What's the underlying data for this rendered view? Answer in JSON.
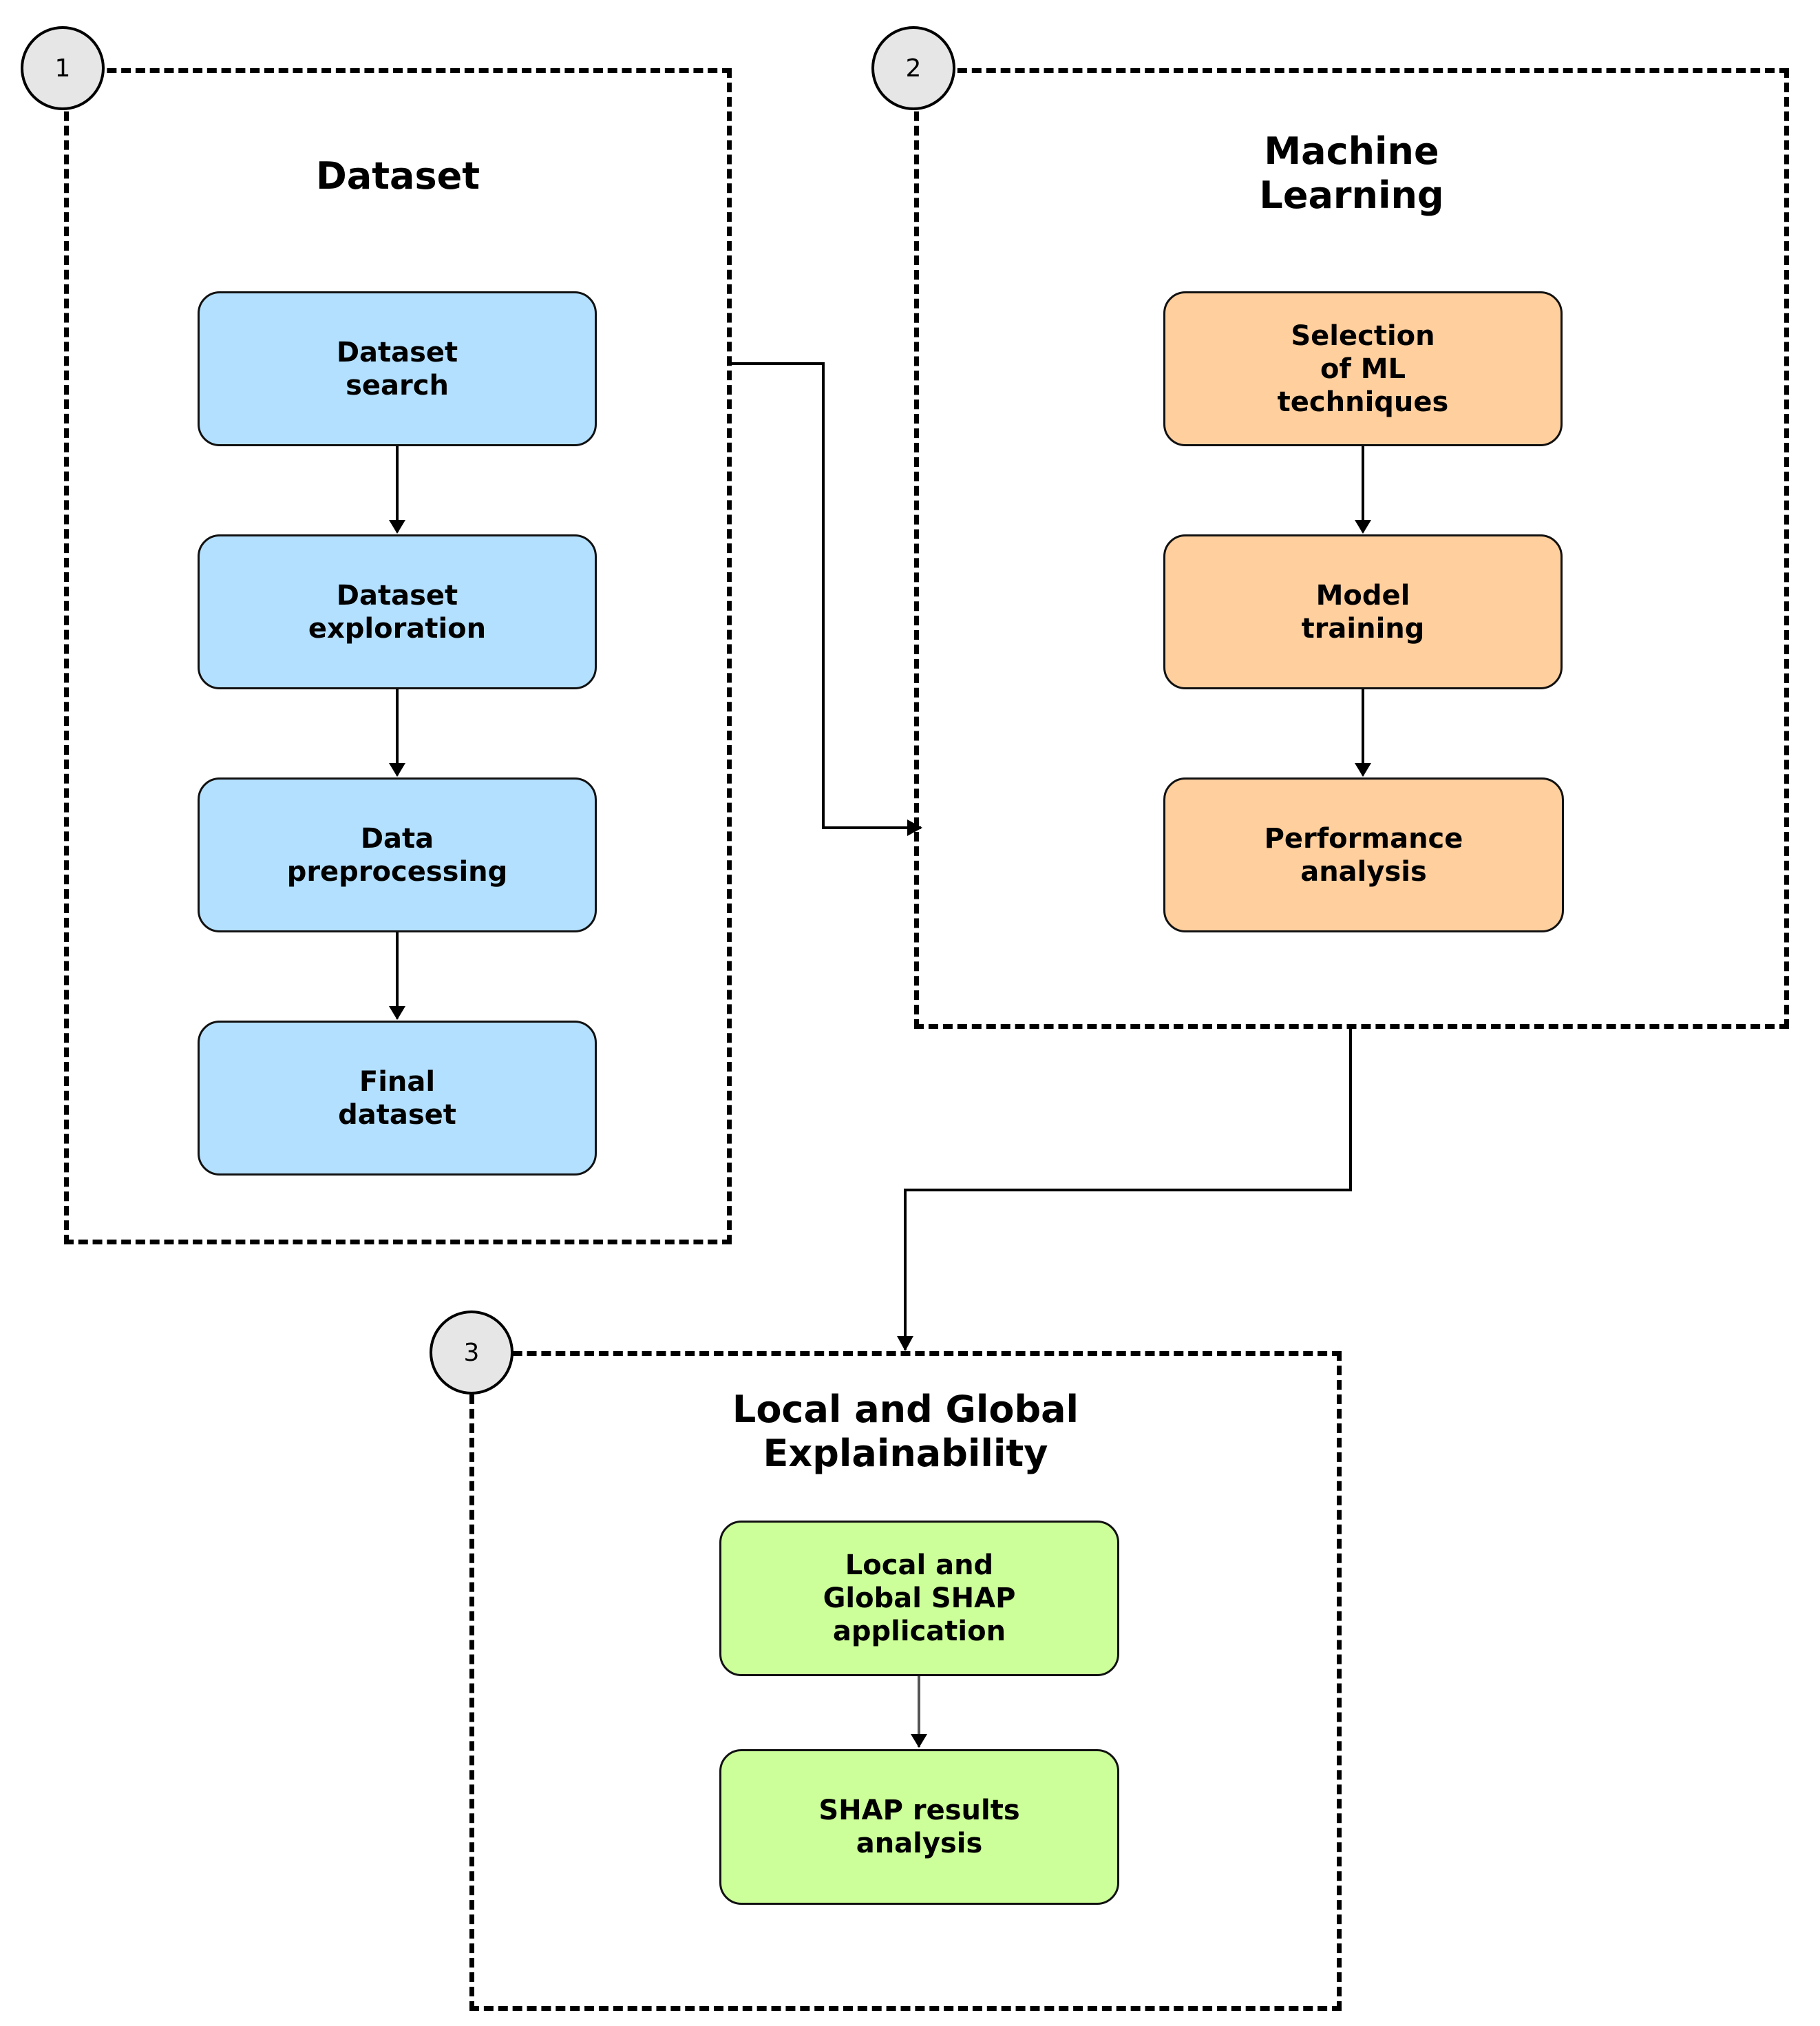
{
  "colors": {
    "dataset_box": "#b3e0ff",
    "ml_box": "#ffcf9e",
    "xai_box": "#ccff99",
    "badge_fill": "#e6e6e6",
    "stroke": "#000000"
  },
  "groups": [
    {
      "badge": "1",
      "title": "Dataset",
      "steps": [
        "Dataset\nsearch",
        "Dataset\nexploration",
        "Data\npreprocessing",
        "Final\ndataset"
      ]
    },
    {
      "badge": "2",
      "title": "Machine\nLearning",
      "steps": [
        "Selection\nof ML\ntechniques",
        "Model\ntraining",
        "Performance\nanalysis"
      ]
    },
    {
      "badge": "3",
      "title": "Local and Global\nExplainability",
      "steps": [
        "Local and\nGlobal SHAP\napplication",
        "SHAP results\nanalysis"
      ]
    }
  ]
}
